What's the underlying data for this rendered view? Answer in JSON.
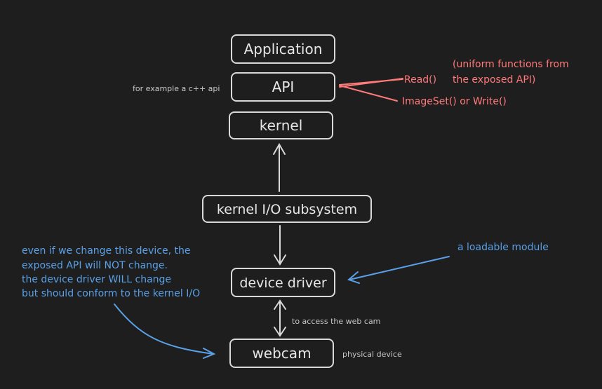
{
  "colors": {
    "background": "#1e1e1e",
    "stroke": "#d9d9d9",
    "red": "#ff7a7a",
    "blue": "#5aa0e6",
    "muted": "#c8c8c8"
  },
  "boxes": {
    "application": "Application",
    "api": "API",
    "kernel": "kernel",
    "kernel_io": "kernel I/O subsystem",
    "device_driver": "device driver",
    "webcam": "webcam"
  },
  "annotations": {
    "api_example": "for example a c++ api",
    "read": "Read()",
    "write": "ImageSet() or Write()",
    "uniform": [
      "(uniform functions from",
      "the exposed API)"
    ],
    "loadable": "a loadable module",
    "change_note": [
      "even if we change this device, the",
      "exposed API will NOT change.",
      "the device driver WILL change",
      "but should conform to the kernel I/O"
    ],
    "access": "to access the web cam",
    "physical": "physical device"
  }
}
